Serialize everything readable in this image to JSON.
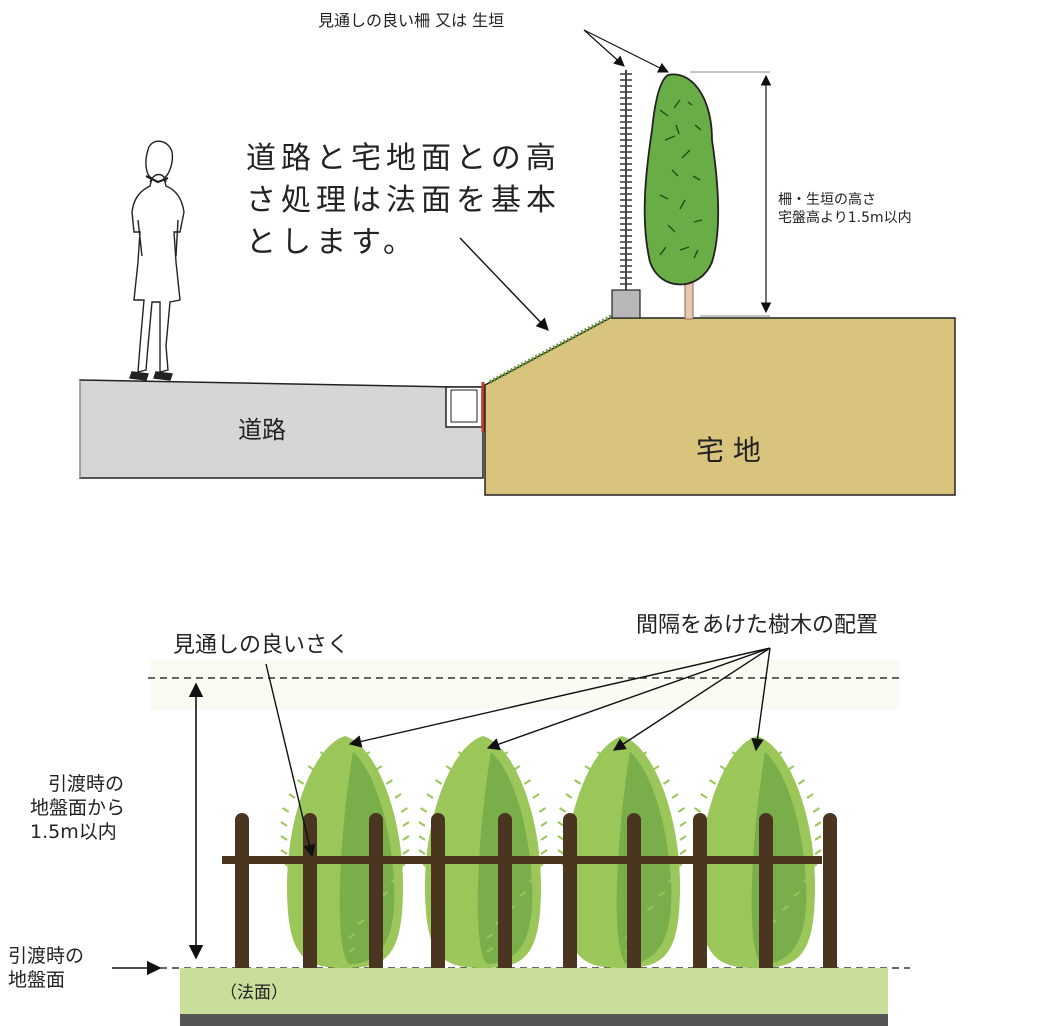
{
  "top_section": {
    "fence_hedge_label": "見通しの良い柵 又は 生垣",
    "note_lines": [
      "道路と宅地面との高",
      "さ処理は法面を基本",
      "とします。"
    ],
    "height_label_lines": [
      "柵・生垣の高さ",
      "宅盤高より1.5m以内"
    ],
    "road_label": "道路",
    "lot_label": "宅 地"
  },
  "bottom_section": {
    "fence_label": "見通しの良いさく",
    "trees_label": "間隔をあけた樹木の配置",
    "height_label_lines": [
      "引渡時の",
      "地盤面から",
      "1.5m以内"
    ],
    "ground_label_lines": [
      "引渡時の",
      "地盤面"
    ],
    "slope_label": "（法面）"
  },
  "colors": {
    "road": "#d6d6d6",
    "lot": "#d9c47e",
    "tree_dark": "#5f9a3e",
    "tree_light": "#9ac65a",
    "fence_post": "#4a3520",
    "slope_band": "#c9de9a",
    "base_band": "#555555"
  }
}
